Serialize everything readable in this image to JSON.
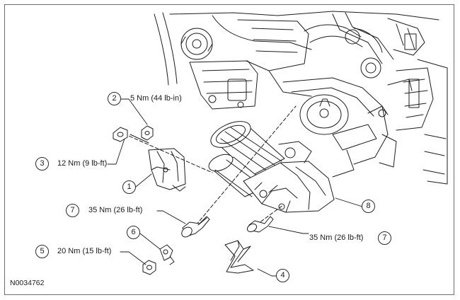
{
  "figure_id": "N0034762",
  "callouts": [
    {
      "number": "1"
    },
    {
      "number": "2",
      "torque": "5 Nm (44 lb-in)"
    },
    {
      "number": "3",
      "torque": "12 Nm (9 lb-ft)"
    },
    {
      "number": "4"
    },
    {
      "number": "5",
      "torque": "20 Nm (15 lb-ft)"
    },
    {
      "number": "6"
    },
    {
      "number": "7",
      "torque": "35 Nm (26 lb-ft)"
    },
    {
      "number": "7",
      "torque": "35 Nm (26 lb-ft)"
    },
    {
      "number": "8"
    }
  ]
}
